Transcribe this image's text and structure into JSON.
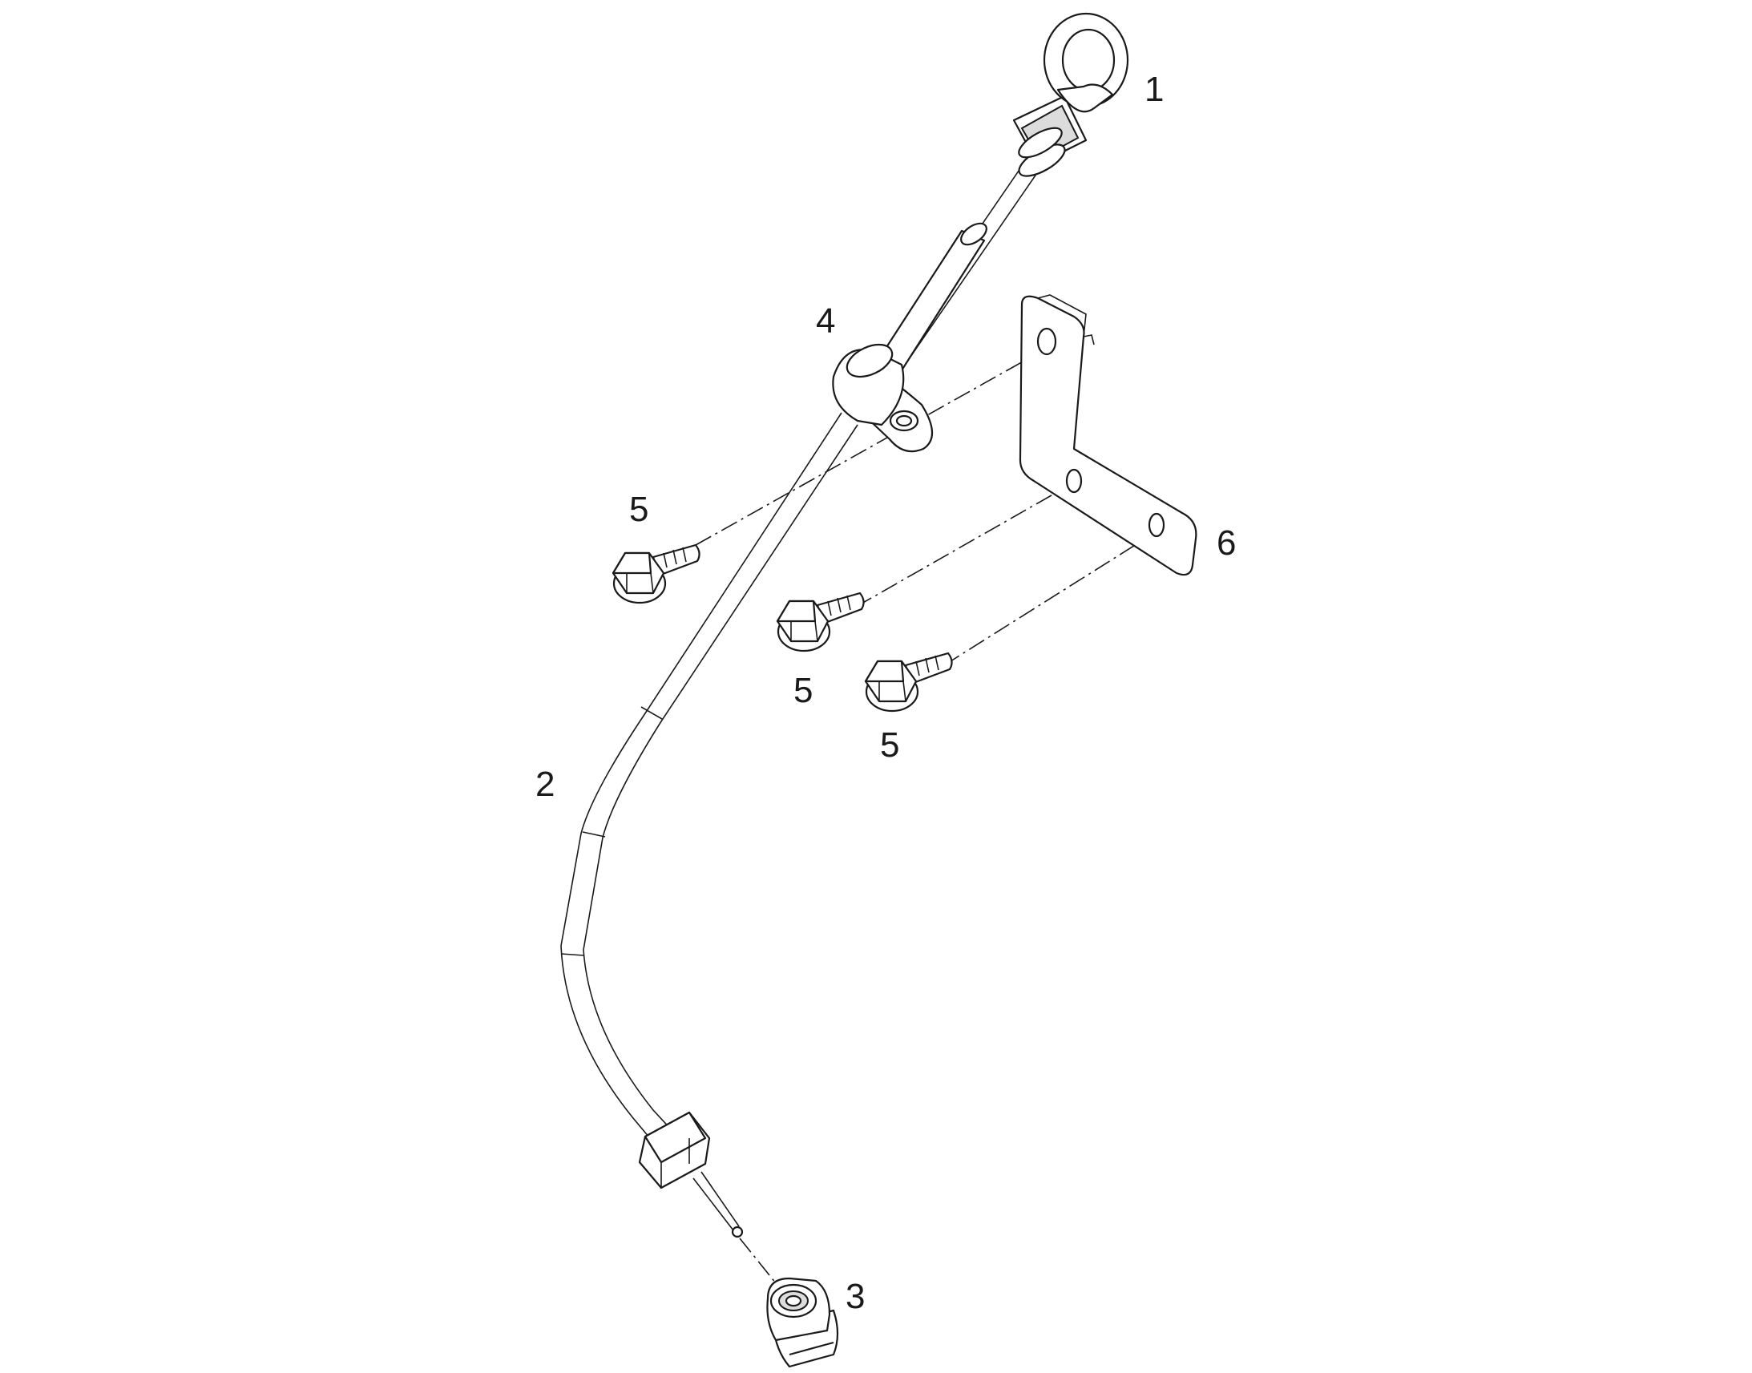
{
  "diagram": {
    "callouts": {
      "c1": "1",
      "c2": "2",
      "c3": "3",
      "c4": "4",
      "c5a": "5",
      "c5b": "5",
      "c5c": "5",
      "c6": "6"
    },
    "parts": [
      {
        "id": "1",
        "name": "dipstick-handle-icon"
      },
      {
        "id": "2",
        "name": "dipstick-guide-tube-icon"
      },
      {
        "id": "3",
        "name": "adapter-fitting-icon"
      },
      {
        "id": "4",
        "name": "tube-mounting-clip-icon"
      },
      {
        "id": "5",
        "name": "flange-bolt-icon"
      },
      {
        "id": "6",
        "name": "l-bracket-icon"
      }
    ]
  }
}
